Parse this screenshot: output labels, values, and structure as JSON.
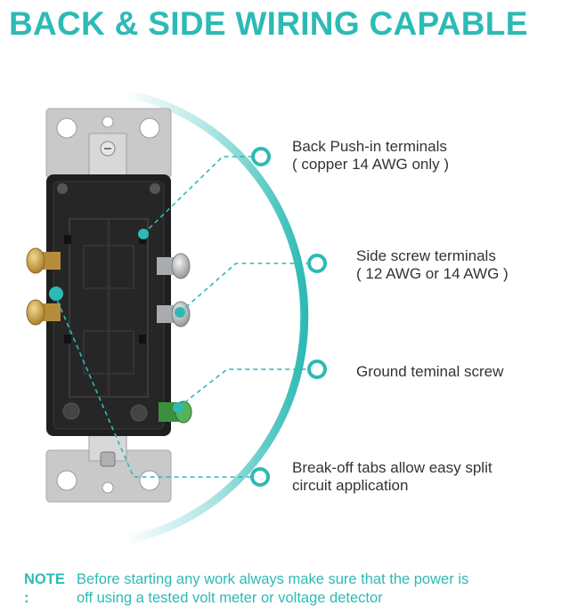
{
  "title": "BACK & SIDE WIRING CAPABLE",
  "colors": {
    "accent": "#2dbab5",
    "text": "#333333",
    "receptacle_body": "#1f1f1f",
    "mounting_strap": "#c8c8c8",
    "brass_screw": "#c9a24a",
    "silver_screw": "#b9bcbf",
    "ground_screw": "#3f9a3f"
  },
  "callouts": [
    {
      "id": "back-push-in",
      "lines": [
        "Back Push-in terminals",
        "( copper 14 AWG only )"
      ]
    },
    {
      "id": "side-screw",
      "lines": [
        "Side screw terminals",
        "( 12 AWG or 14 AWG )"
      ]
    },
    {
      "id": "ground-screw",
      "lines": [
        "Ground teminal screw"
      ]
    },
    {
      "id": "break-off-tabs",
      "lines": [
        "Break-off tabs allow easy split",
        "circuit application"
      ]
    }
  ],
  "note": {
    "key": "NOTE :",
    "lines": [
      "Before starting any work always make sure that the power is",
      "off using a tested volt meter or voltage detector"
    ]
  }
}
